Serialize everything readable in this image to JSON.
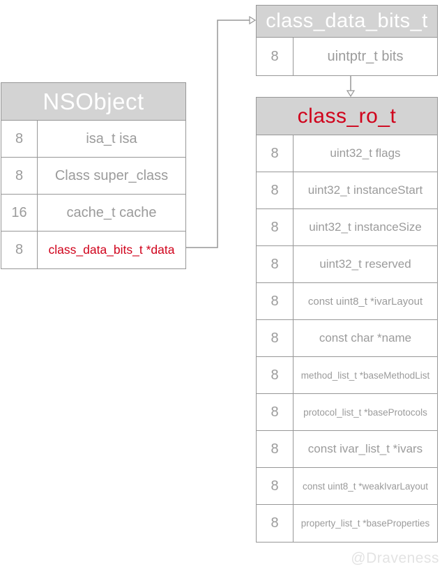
{
  "diagram": {
    "tables": {
      "nsobject": {
        "title": "NSObject",
        "title_color": "#ffffff",
        "rows": [
          {
            "size": "8",
            "label": "isa_t isa"
          },
          {
            "size": "8",
            "label": "Class super_class"
          },
          {
            "size": "16",
            "label": "cache_t cache"
          },
          {
            "size": "8",
            "label": "class_data_bits_t *data",
            "color": "#d0021b"
          }
        ]
      },
      "class_data_bits": {
        "title": "class_data_bits_t",
        "title_color": "#ffffff",
        "rows": [
          {
            "size": "8",
            "label": "uintptr_t bits"
          }
        ]
      },
      "class_ro": {
        "title": "class_ro_t",
        "title_color": "#d0021b",
        "rows": [
          {
            "size": "8",
            "label": "uint32_t flags"
          },
          {
            "size": "8",
            "label": "uint32_t instanceStart"
          },
          {
            "size": "8",
            "label": "uint32_t instanceSize"
          },
          {
            "size": "8",
            "label": "uint32_t reserved"
          },
          {
            "size": "8",
            "label": "const uint8_t *ivarLayout"
          },
          {
            "size": "8",
            "label": "const char *name"
          },
          {
            "size": "8",
            "label": "method_list_t *baseMethodList"
          },
          {
            "size": "8",
            "label": "protocol_list_t *baseProtocols"
          },
          {
            "size": "8",
            "label": "const ivar_list_t *ivars"
          },
          {
            "size": "8",
            "label": "const uint8_t *weakIvarLayout"
          },
          {
            "size": "8",
            "label": "property_list_t *baseProperties"
          }
        ]
      }
    },
    "connections": [
      {
        "from": "nsobject.data",
        "to": "class_data_bits_t.header",
        "style": "elbow-right-up"
      },
      {
        "from": "class_data_bits_t.bottom",
        "to": "class_ro_t.header",
        "style": "straight-down"
      }
    ],
    "colors": {
      "header_bg": "#d3d3d3",
      "border": "#979797",
      "text_gray": "#9b9b9b",
      "accent_red": "#d0021b",
      "watermark": "#e3e3e3"
    }
  },
  "watermark": "@Draveness"
}
